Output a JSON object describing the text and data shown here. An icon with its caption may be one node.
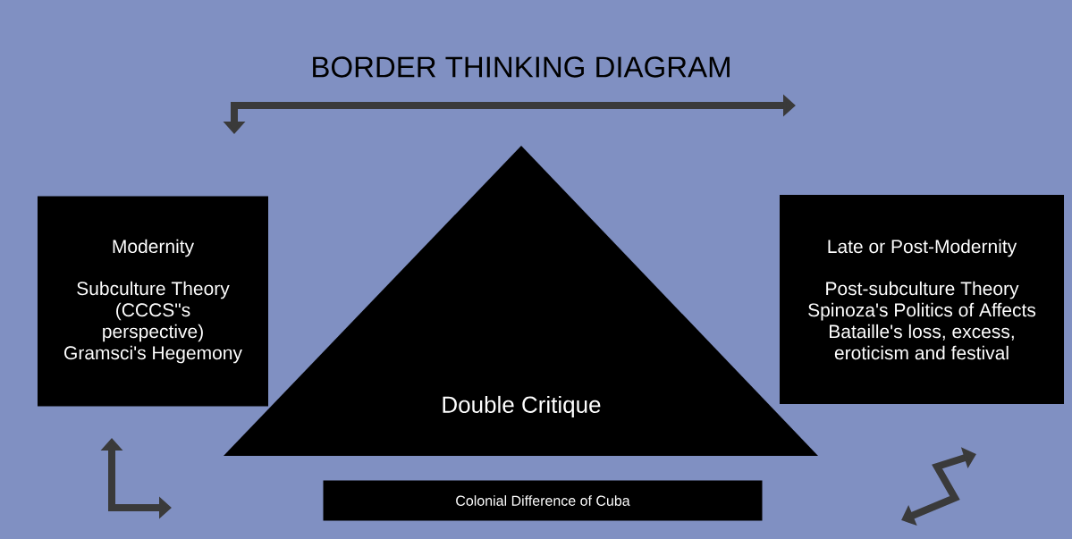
{
  "diagram": {
    "title": "BORDER THINKING DIAGRAM",
    "nodes": [
      {
        "text": [
          "Modernity",
          "Subculture Theory (CCCS\"s perspective) Gramsci's Hegemony"
        ]
      },
      {
        "text": [
          "Double Critique"
        ]
      },
      {
        "text": [
          "Late or Post-Modernity",
          "Post-subculture Theory Spinoza's Politics of Affects Bataille's loss, excess, eroticism and festival"
        ]
      },
      {
        "text": [
          "Colonial Difference of Cuba"
        ]
      }
    ]
  }
}
